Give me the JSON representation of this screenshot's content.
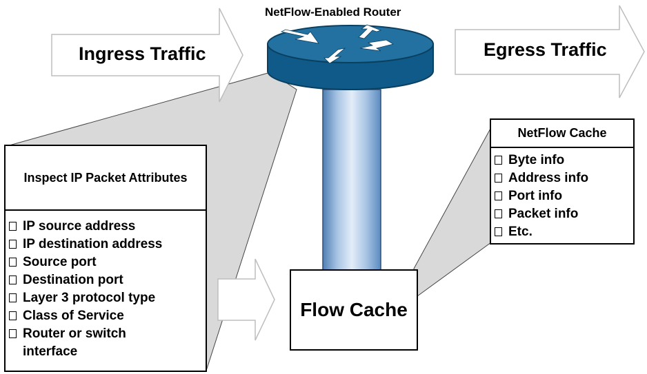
{
  "router_label": "NetFlow-Enabled Router",
  "ingress_label": "Ingress Traffic",
  "egress_label": "Egress Traffic",
  "flow_cache_label": "Flow Cache",
  "inspect_box": {
    "title": "Inspect IP Packet Attributes",
    "items": [
      "IP source address",
      "IP destination address",
      "Source port",
      "Destination port",
      "Layer 3 protocol type",
      "Class of Service",
      "Router or switch interface"
    ]
  },
  "netflow_cache_box": {
    "title": "NetFlow Cache",
    "items": [
      "Byte info",
      "Address info",
      "Port info",
      "Packet info",
      "Etc."
    ]
  },
  "colors": {
    "router_top": "#1f6a98",
    "router_side": "#0f5a88",
    "pipe": "#9fbedf",
    "callout_gray": "#d8d8d8"
  }
}
